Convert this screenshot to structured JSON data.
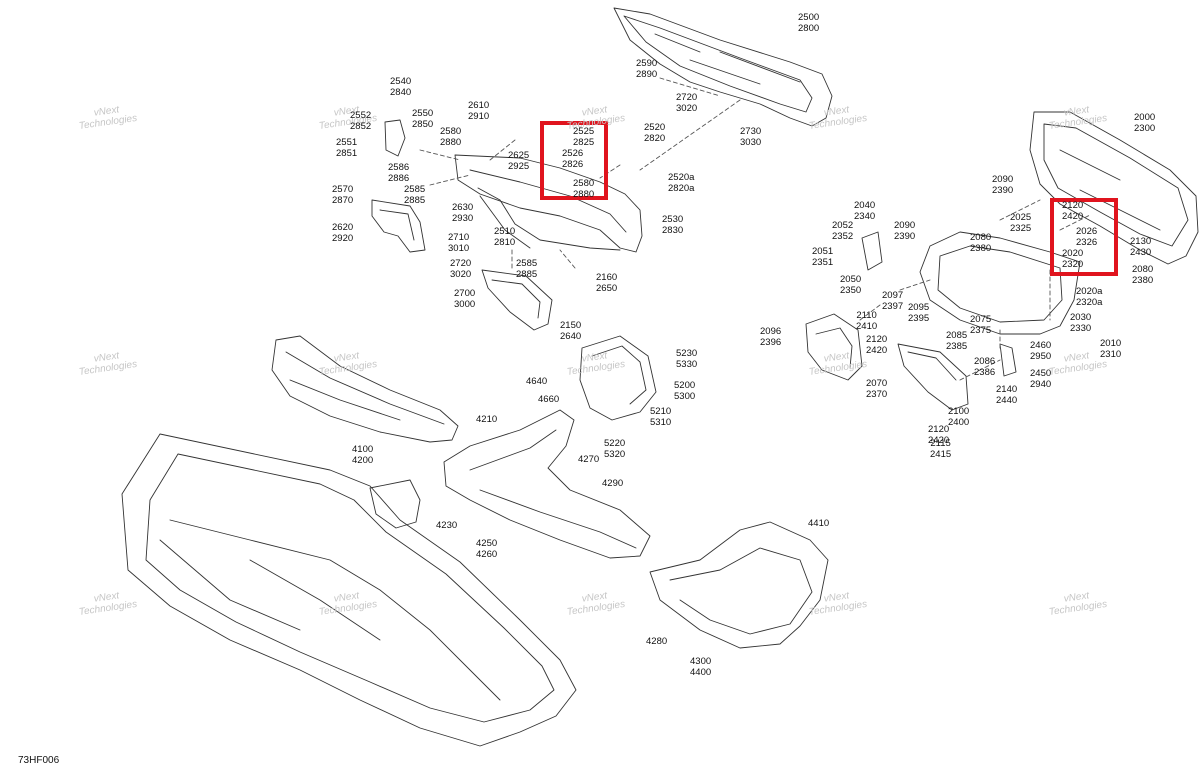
{
  "diagram_id": "73HF006",
  "watermark": {
    "line1": "vNext",
    "line2": "Technologies"
  },
  "highlight_color": "#e0141e",
  "callouts": [
    {
      "id": "c2500",
      "a": "2500",
      "b": "2800"
    },
    {
      "id": "c2590",
      "a": "2590",
      "b": "2890"
    },
    {
      "id": "c2720a",
      "a": "2720",
      "b": "3020"
    },
    {
      "id": "c2730",
      "a": "2730",
      "b": "3030"
    },
    {
      "id": "c2540",
      "a": "2540",
      "b": "2840"
    },
    {
      "id": "c2550",
      "a": "2550",
      "b": "2850"
    },
    {
      "id": "c2552",
      "a": "2552",
      "b": "2852"
    },
    {
      "id": "c2610",
      "a": "2610",
      "b": "2910"
    },
    {
      "id": "c2580a",
      "a": "2580",
      "b": "2880"
    },
    {
      "id": "c2525",
      "a": "2525",
      "b": "2825"
    },
    {
      "id": "c2526",
      "a": "2526",
      "b": "2826"
    },
    {
      "id": "c2580b",
      "a": "2580",
      "b": "2880"
    },
    {
      "id": "c2520",
      "a": "2520",
      "b": "2820"
    },
    {
      "id": "c2520a",
      "a": "2520a",
      "b": "2820a"
    },
    {
      "id": "c2551",
      "a": "2551",
      "b": "2851"
    },
    {
      "id": "c2586",
      "a": "2586",
      "b": "2886"
    },
    {
      "id": "c2625",
      "a": "2625",
      "b": "2925"
    },
    {
      "id": "c2570",
      "a": "2570",
      "b": "2870"
    },
    {
      "id": "c2585a",
      "a": "2585",
      "b": "2885"
    },
    {
      "id": "c2630",
      "a": "2630",
      "b": "2930"
    },
    {
      "id": "c2530",
      "a": "2530",
      "b": "2830"
    },
    {
      "id": "c2620",
      "a": "2620",
      "b": "2920"
    },
    {
      "id": "c2710",
      "a": "2710",
      "b": "3010"
    },
    {
      "id": "c2510",
      "a": "2510",
      "b": "2810"
    },
    {
      "id": "c2720b",
      "a": "2720",
      "b": "3020"
    },
    {
      "id": "c2585b",
      "a": "2585",
      "b": "2885"
    },
    {
      "id": "c2160",
      "a": "2160",
      "b": "2650"
    },
    {
      "id": "c2700",
      "a": "2700",
      "b": "3000"
    },
    {
      "id": "c2150",
      "a": "2150",
      "b": "2640"
    },
    {
      "id": "c2000",
      "a": "2000",
      "b": "2300"
    },
    {
      "id": "c2090a",
      "a": "2090",
      "b": "2390"
    },
    {
      "id": "c2040",
      "a": "2040",
      "b": "2340"
    },
    {
      "id": "c2052",
      "a": "2052",
      "b": "2352"
    },
    {
      "id": "c2090b",
      "a": "2090",
      "b": "2390"
    },
    {
      "id": "c2025",
      "a": "2025",
      "b": "2325"
    },
    {
      "id": "c2120a",
      "a": "2120",
      "b": "2420"
    },
    {
      "id": "c2080a",
      "a": "2080",
      "b": "2380"
    },
    {
      "id": "c2026",
      "a": "2026",
      "b": "2326"
    },
    {
      "id": "c2020",
      "a": "2020",
      "b": "2320"
    },
    {
      "id": "c2130",
      "a": "2130",
      "b": "2430"
    },
    {
      "id": "c2080b",
      "a": "2080",
      "b": "2380"
    },
    {
      "id": "c2051",
      "a": "2051",
      "b": "2351"
    },
    {
      "id": "c2050",
      "a": "2050",
      "b": "2350"
    },
    {
      "id": "c2097",
      "a": "2097",
      "b": "2397"
    },
    {
      "id": "c2095",
      "a": "2095",
      "b": "2395"
    },
    {
      "id": "c2020a",
      "a": "2020a",
      "b": "2320a"
    },
    {
      "id": "c2110",
      "a": "2110",
      "b": "2410"
    },
    {
      "id": "c2075",
      "a": "2075",
      "b": "2375"
    },
    {
      "id": "c2030",
      "a": "2030",
      "b": "2330"
    },
    {
      "id": "c2096",
      "a": "2096",
      "b": "2396"
    },
    {
      "id": "c2120b",
      "a": "2120",
      "b": "2420"
    },
    {
      "id": "c2085",
      "a": "2085",
      "b": "2385"
    },
    {
      "id": "c2010",
      "a": "2010",
      "b": "2310"
    },
    {
      "id": "c2460",
      "a": "2460",
      "b": "2950"
    },
    {
      "id": "c2086",
      "a": "2086",
      "b": "2386"
    },
    {
      "id": "c2450",
      "a": "2450",
      "b": "2940"
    },
    {
      "id": "c2070",
      "a": "2070",
      "b": "2370"
    },
    {
      "id": "c2140",
      "a": "2140",
      "b": "2440"
    },
    {
      "id": "c2100",
      "a": "2100",
      "b": "2400"
    },
    {
      "id": "c2120c",
      "a": "2120",
      "b": "2420"
    },
    {
      "id": "c2115",
      "a": "2115",
      "b": "2415"
    },
    {
      "id": "c5230",
      "a": "5230",
      "b": "5330"
    },
    {
      "id": "c5200",
      "a": "5200",
      "b": "5300"
    },
    {
      "id": "c5210",
      "a": "5210",
      "b": "5310"
    },
    {
      "id": "c5220",
      "a": "5220",
      "b": "5320"
    },
    {
      "id": "c4640",
      "a": "4640",
      "b": ""
    },
    {
      "id": "c4660",
      "a": "4660",
      "b": ""
    },
    {
      "id": "c4210",
      "a": "4210",
      "b": ""
    },
    {
      "id": "c4270",
      "a": "4270",
      "b": ""
    },
    {
      "id": "c4100",
      "a": "4100",
      "b": "4200"
    },
    {
      "id": "c4290",
      "a": "4290",
      "b": ""
    },
    {
      "id": "c4230",
      "a": "4230",
      "b": ""
    },
    {
      "id": "c4250",
      "a": "4250",
      "b": "4260"
    },
    {
      "id": "c4410",
      "a": "4410",
      "b": ""
    },
    {
      "id": "c4280",
      "a": "4280",
      "b": ""
    },
    {
      "id": "c4300",
      "a": "4300",
      "b": "4400"
    }
  ]
}
